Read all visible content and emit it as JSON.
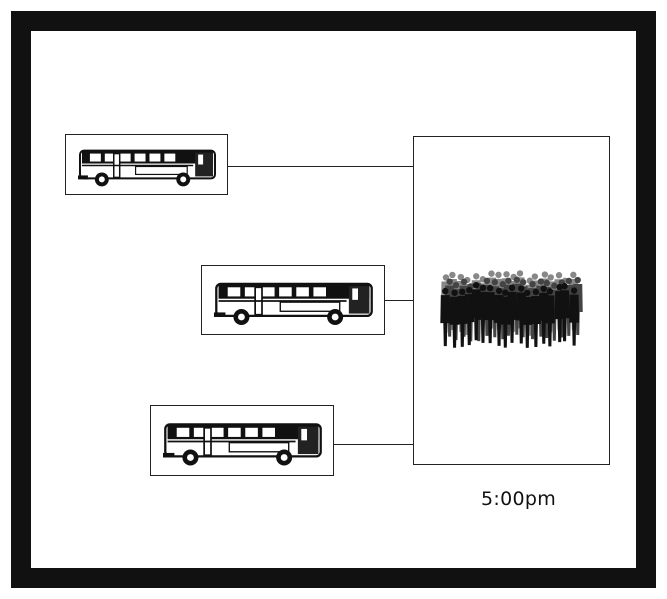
{
  "diagram": {
    "nodes": [
      {
        "id": "bus-1",
        "icon": "bus-icon"
      },
      {
        "id": "bus-2",
        "icon": "bus-icon"
      },
      {
        "id": "bus-3",
        "icon": "bus-icon"
      },
      {
        "id": "crowd",
        "icon": "crowd-icon"
      }
    ],
    "edges": [
      {
        "from": "bus-1",
        "to": "crowd"
      },
      {
        "from": "bus-2",
        "to": "crowd"
      },
      {
        "from": "bus-3",
        "to": "crowd"
      }
    ],
    "time_label": "5:00pm",
    "colors": {
      "frame": "#111111",
      "line": "#222222",
      "background": "#ffffff"
    }
  }
}
